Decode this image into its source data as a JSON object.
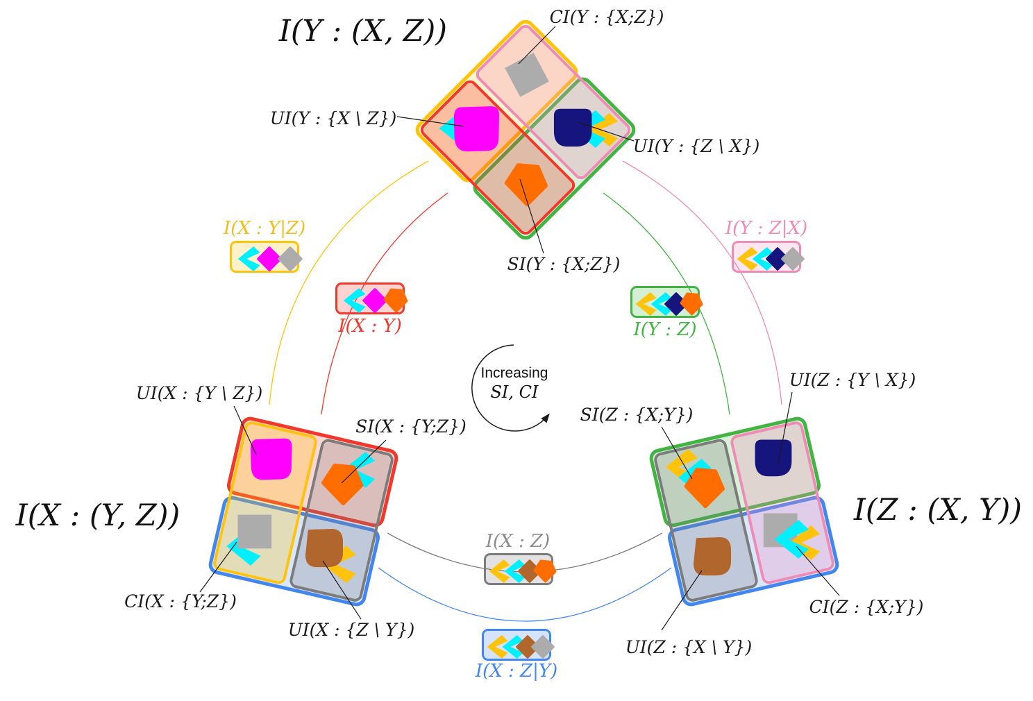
{
  "palette": {
    "gold": "#FFC30B",
    "cyan": "#00F0FF",
    "magenta": "#FF00FF",
    "orange": "#FF6D00",
    "navy": "#15157D",
    "brown": "#B0662C",
    "gray_glyph": "#ACACAC",
    "red": "#F2372B",
    "pink": "#F08BB6",
    "green": "#41B441",
    "blue": "#4286F0",
    "frame_gray": "#7C7C7C",
    "yellow_label": "#F0BE1E",
    "label_gray": "#8C8C8C",
    "ink": "#1A1A1A"
  },
  "center": {
    "line1": "Increasing",
    "line2": "SI, CI"
  },
  "structures": [
    {
      "id": "Y",
      "title": "I(Y : (X, Z))",
      "quadrants": [
        {
          "id": "ci_y",
          "label": "CI(Y : {X;Z})",
          "glyphs": [
            {
              "shape": "square",
              "color": "gray_glyph"
            }
          ]
        },
        {
          "id": "ui_y_zx",
          "label": "UI(Y : {Z \\ X})",
          "glyphs": [
            {
              "shape": "chevron",
              "color": "gold"
            },
            {
              "shape": "chevron",
              "color": "cyan"
            },
            {
              "shape": "blob-square",
              "color": "navy"
            }
          ]
        },
        {
          "id": "ui_y_xz",
          "label": "UI(Y : {X \\ Z})",
          "glyphs": [
            {
              "shape": "chevron",
              "color": "cyan"
            },
            {
              "shape": "blob-magenta",
              "color": "magenta"
            }
          ]
        },
        {
          "id": "si_y",
          "label": "SI(Y : {X;Z})",
          "glyphs": [
            {
              "shape": "pent",
              "color": "orange"
            }
          ]
        }
      ]
    },
    {
      "id": "X",
      "title": "I(X : (Y, Z))",
      "quadrants": [
        {
          "id": "ui_x_yz",
          "label": "UI(X : {Y \\ Z})",
          "glyphs": [
            {
              "shape": "blob-magenta",
              "color": "magenta"
            }
          ]
        },
        {
          "id": "si_x",
          "label": "SI(X : {Y;Z})",
          "glyphs": [
            {
              "shape": "chevron",
              "color": "cyan"
            },
            {
              "shape": "pent",
              "color": "orange"
            }
          ]
        },
        {
          "id": "ci_x",
          "label": "CI(X : {Y;Z})",
          "glyphs": [
            {
              "shape": "chevron",
              "color": "cyan"
            },
            {
              "shape": "square",
              "color": "gray_glyph"
            }
          ]
        },
        {
          "id": "ui_x_zy",
          "label": "UI(X : {Z \\ Y})",
          "glyphs": [
            {
              "shape": "chevron",
              "color": "gold"
            },
            {
              "shape": "blob-brown",
              "color": "brown"
            }
          ]
        }
      ]
    },
    {
      "id": "Z",
      "title": "I(Z : (X, Y))",
      "quadrants": [
        {
          "id": "si_z",
          "label": "SI(Z : {X;Y})",
          "glyphs": [
            {
              "shape": "chevron",
              "color": "gold"
            },
            {
              "shape": "chevron",
              "color": "cyan"
            },
            {
              "shape": "pent",
              "color": "orange"
            }
          ]
        },
        {
          "id": "ui_z_yx",
          "label": "UI(Z : {Y \\ X})",
          "glyphs": [
            {
              "shape": "blob-square",
              "color": "navy"
            }
          ]
        },
        {
          "id": "ui_z_xy",
          "label": "UI(Z : {X \\ Y})",
          "glyphs": [
            {
              "shape": "blob-brown",
              "color": "brown"
            }
          ]
        },
        {
          "id": "ci_z",
          "label": "CI(Z : {X;Y})",
          "glyphs": [
            {
              "shape": "square",
              "color": "gray_glyph"
            },
            {
              "shape": "chevron",
              "color": "gold"
            },
            {
              "shape": "chevron",
              "color": "cyan"
            }
          ]
        }
      ]
    }
  ],
  "legends": [
    {
      "id": "i_x_y_given_z",
      "label": "I(X : Y|Z)",
      "color": "gold",
      "label_color": "yellow_label",
      "glyphs": [
        {
          "shape": "chevron",
          "color": "cyan"
        },
        {
          "shape": "diamond",
          "color": "magenta"
        },
        {
          "shape": "diamond",
          "color": "gray_glyph"
        }
      ]
    },
    {
      "id": "i_x_y",
      "label": "I(X : Y)",
      "color": "red",
      "label_color": "red",
      "glyphs": [
        {
          "shape": "chevron",
          "color": "cyan"
        },
        {
          "shape": "diamond",
          "color": "magenta"
        },
        {
          "shape": "pent",
          "color": "orange"
        }
      ]
    },
    {
      "id": "i_y_z_given_x",
      "label": "I(Y : Z|X)",
      "color": "pink",
      "label_color": "pink",
      "glyphs": [
        {
          "shape": "chevron",
          "color": "gold"
        },
        {
          "shape": "chevron",
          "color": "cyan"
        },
        {
          "shape": "diamond",
          "color": "navy"
        },
        {
          "shape": "diamond",
          "color": "gray_glyph"
        }
      ]
    },
    {
      "id": "i_y_z",
      "label": "I(Y : Z)",
      "color": "green",
      "label_color": "green",
      "glyphs": [
        {
          "shape": "chevron",
          "color": "gold"
        },
        {
          "shape": "chevron",
          "color": "cyan"
        },
        {
          "shape": "diamond",
          "color": "navy"
        },
        {
          "shape": "pent",
          "color": "orange"
        }
      ]
    },
    {
      "id": "i_x_z",
      "label": "I(X : Z)",
      "color": "frame_gray",
      "label_color": "label_gray",
      "glyphs": [
        {
          "shape": "chevron",
          "color": "gold"
        },
        {
          "shape": "chevron",
          "color": "cyan"
        },
        {
          "shape": "diamond",
          "color": "brown"
        },
        {
          "shape": "pent",
          "color": "orange"
        }
      ]
    },
    {
      "id": "i_x_z_given_y",
      "label": "I(X : Z|Y)",
      "color": "blue",
      "label_color": "blue",
      "glyphs": [
        {
          "shape": "chevron",
          "color": "gold"
        },
        {
          "shape": "chevron",
          "color": "cyan"
        },
        {
          "shape": "diamond",
          "color": "brown"
        },
        {
          "shape": "diamond",
          "color": "gray_glyph"
        }
      ]
    }
  ]
}
